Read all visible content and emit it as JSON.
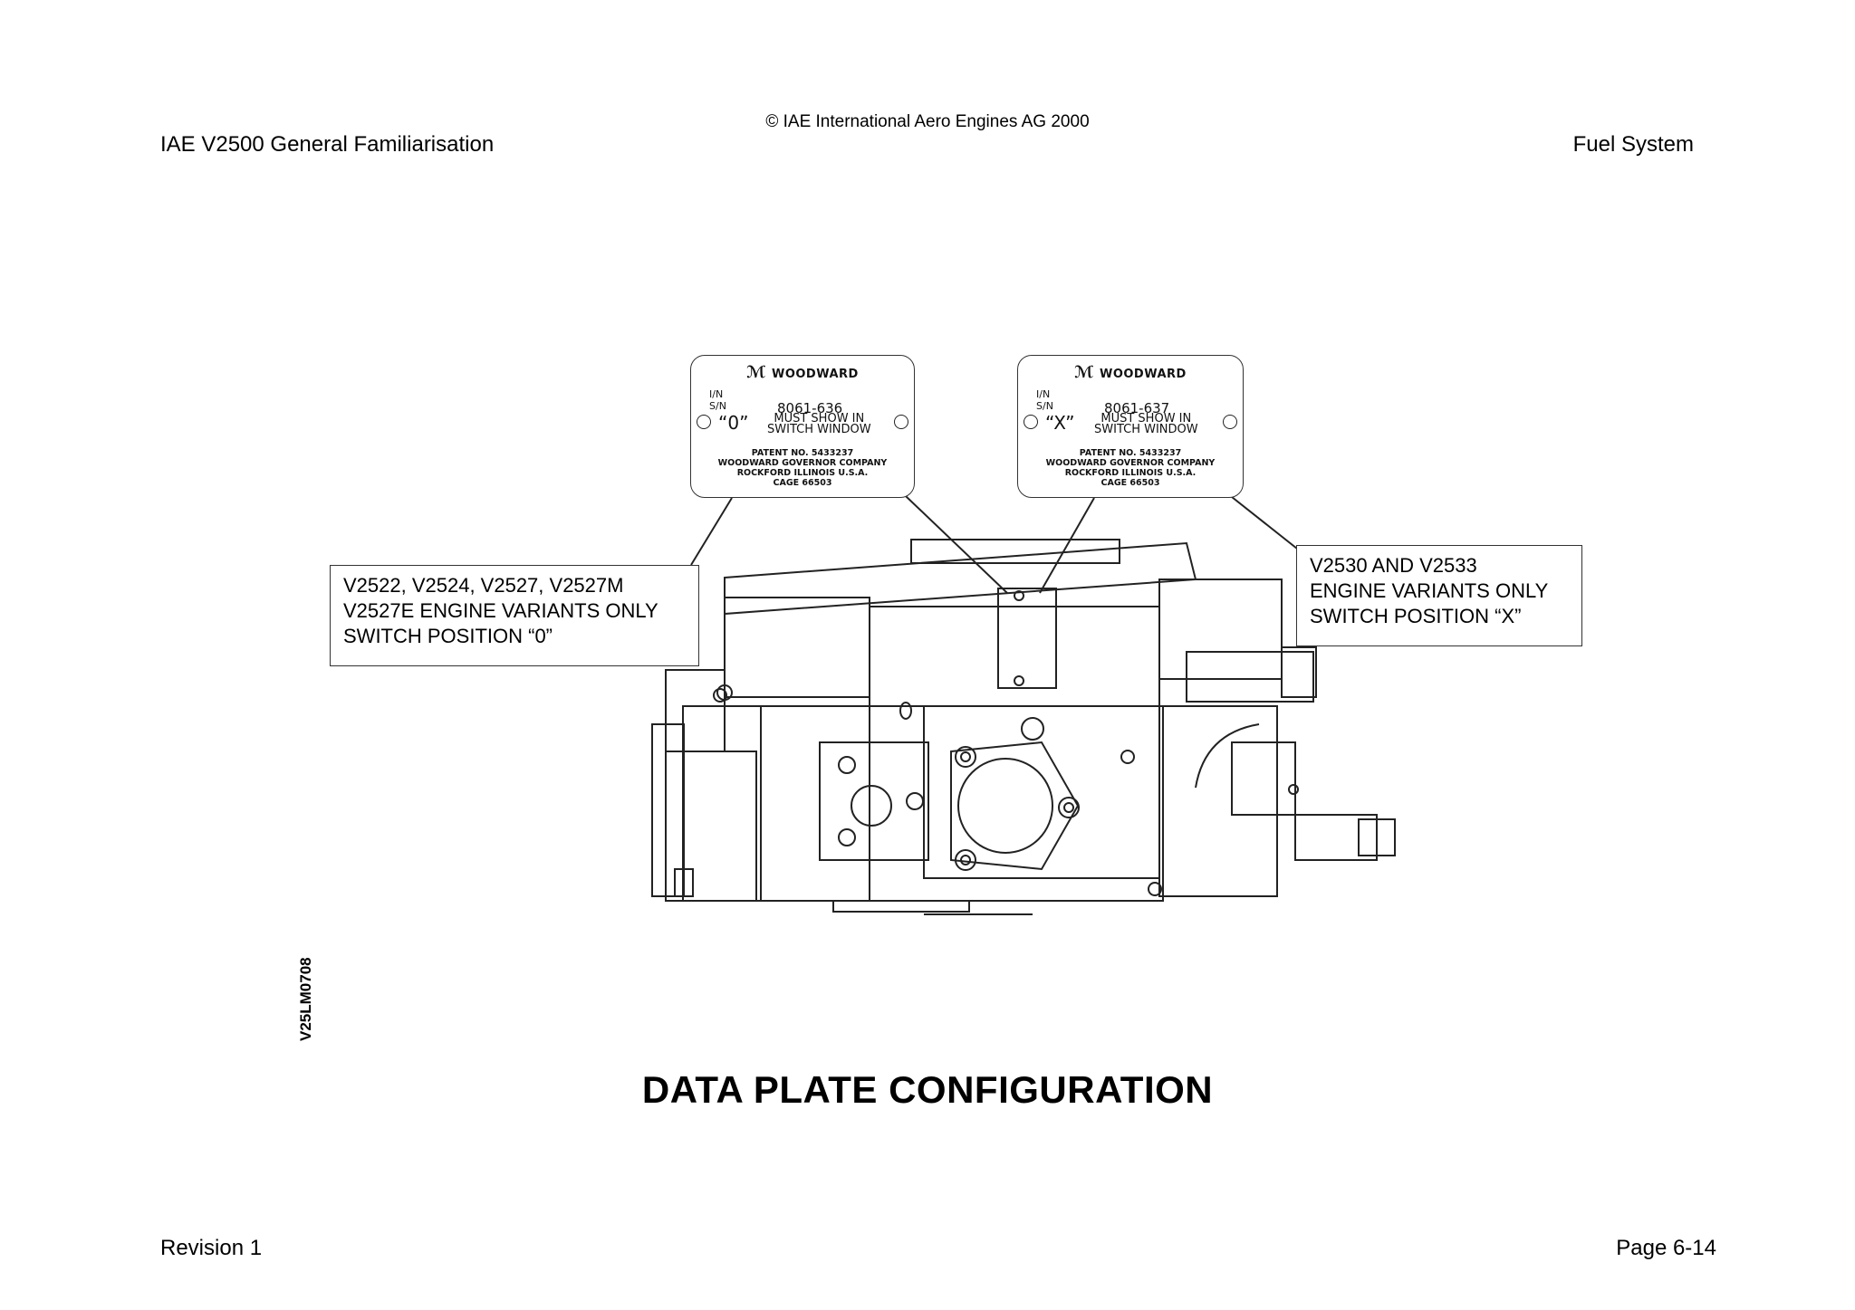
{
  "header": {
    "copyright": "© IAE International Aero Engines AG 2000",
    "doc_title": "IAE V2500 General Familiarisation",
    "section_title": "Fuel System"
  },
  "plates": {
    "left": {
      "brand": "WOODWARD",
      "in_label": "I/N",
      "sn_label": "S/N",
      "part_number": "8061-636",
      "switch_symbol": "“0”",
      "must_line1": "MUST SHOW IN",
      "must_line2": "SWITCH WINDOW",
      "patent": "PATENT NO. 5433237",
      "company": "WOODWARD GOVERNOR COMPANY",
      "city": "ROCKFORD ILLINOIS U.S.A.",
      "cage": "CAGE 66503"
    },
    "right": {
      "brand": "WOODWARD",
      "in_label": "I/N",
      "sn_label": "S/N",
      "part_number": "8061-637",
      "switch_symbol": "“X”",
      "must_line1": "MUST SHOW IN",
      "must_line2": "SWITCH WINDOW",
      "patent": "PATENT NO. 5433237",
      "company": "WOODWARD GOVERNOR COMPANY",
      "city": "ROCKFORD ILLINOIS U.S.A.",
      "cage": "CAGE 66503"
    }
  },
  "callouts": {
    "left": {
      "line1": "V2522, V2524, V2527, V2527M",
      "line2": "V2527E ENGINE VARIANTS ONLY",
      "line3": "SWITCH POSITION “0”"
    },
    "right": {
      "line1": "V2530 AND V2533",
      "line2": "ENGINE VARIANTS ONLY",
      "line3": "SWITCH POSITION “X”"
    }
  },
  "figure": {
    "id": "V25LM0708",
    "caption": "DATA PLATE CONFIGURATION"
  },
  "footer": {
    "revision": "Revision 1",
    "page": "Page 6-14"
  },
  "colors": {
    "ink": "#000000",
    "line": "#333333",
    "background": "#ffffff"
  }
}
